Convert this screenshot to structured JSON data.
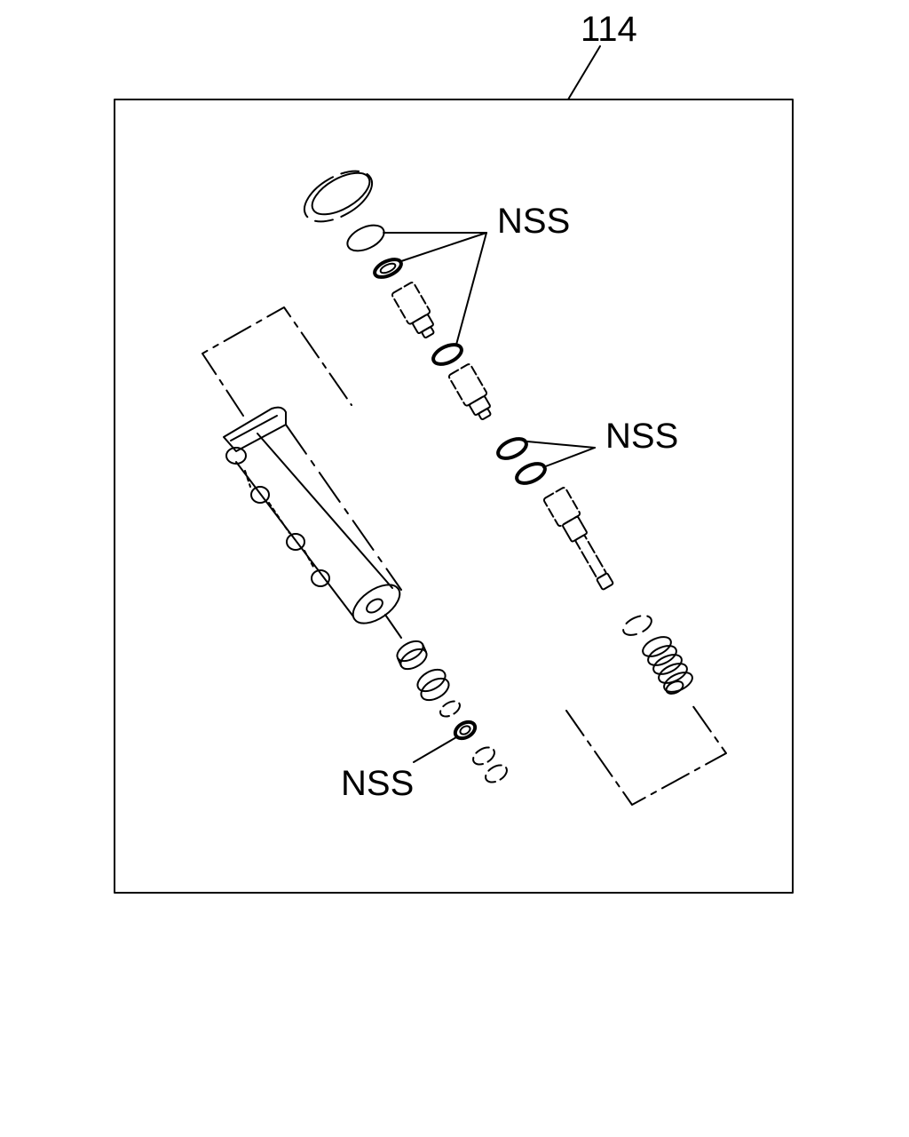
{
  "diagram": {
    "reference_number": "114",
    "labels": {
      "nss_upper": "NSS",
      "nss_middle": "NSS",
      "nss_lower": "NSS"
    },
    "line_color": "#000000",
    "background_color": "#ffffff"
  }
}
